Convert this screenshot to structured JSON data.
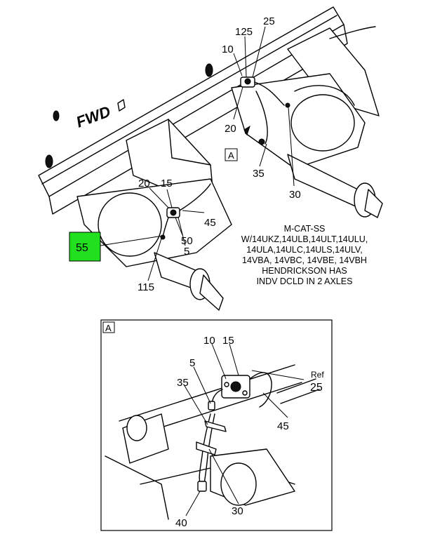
{
  "direction_label": "FWD",
  "detail_view_letter": "A",
  "highlight_color": "#22e01e",
  "main_view": {
    "callouts": [
      "125",
      "25",
      "10",
      "20",
      "35",
      "30",
      "20",
      "15",
      "45",
      "50",
      "5",
      "115"
    ],
    "highlighted_callout": "55",
    "view_ref": "A"
  },
  "note_lines": [
    "M-CAT-SS",
    "W/14UKZ,14ULB,14ULT,14ULU,",
    "14ULA,14ULC,14ULS,14ULV,",
    "14VBA, 14VBC, 14VBE, 14VBH",
    "HENDRICKSON HAS",
    "INDV DCLD IN 2 AXLES"
  ],
  "detail_view": {
    "callouts": [
      "10",
      "15",
      "5",
      "35",
      "45",
      "40",
      "30"
    ],
    "ref_label": "Ref",
    "ref_number": "25"
  }
}
